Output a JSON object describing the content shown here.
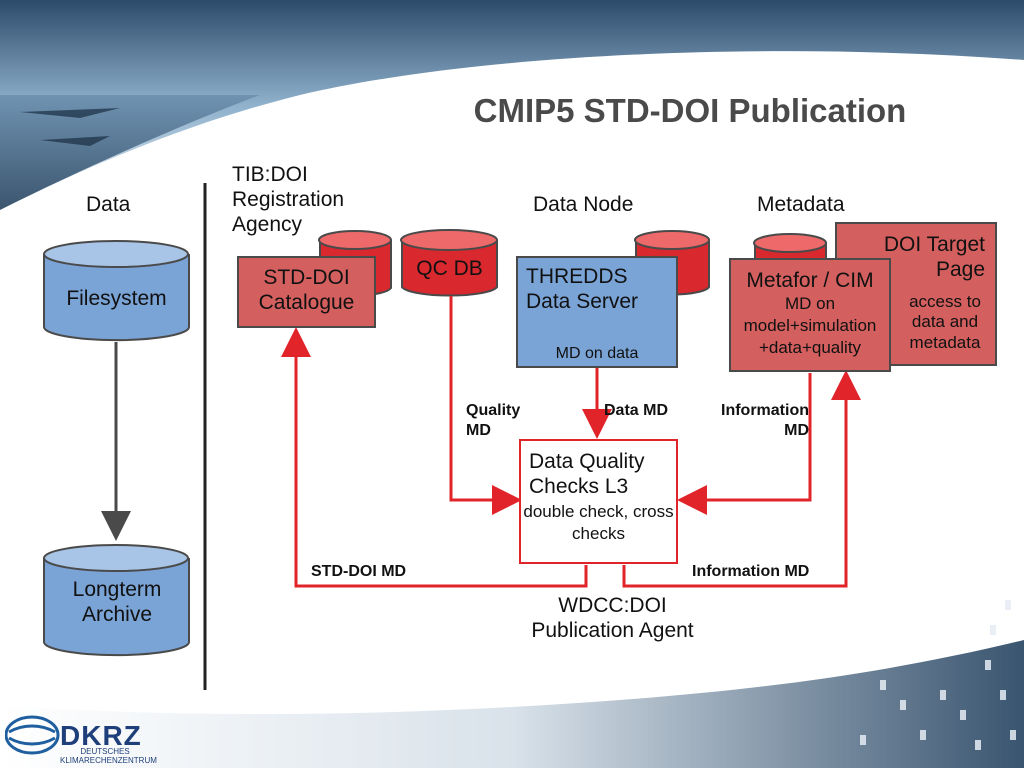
{
  "title": "CMIP5 STD-DOI Publication",
  "columns": {
    "data": "Data",
    "tib": "TIB:DOI Registration Agency",
    "data_node": "Data Node",
    "metadata": "Metadata"
  },
  "storage": {
    "filesystem": "Filesystem",
    "longterm": "Longterm Archive"
  },
  "boxes": {
    "std_doi_catalogue": "STD-DOI Catalogue",
    "qc_db": "QC DB",
    "thredds_title": "THREDDS Data Server",
    "thredds_sub": "MD on data",
    "metafor_title": "Metafor / CIM",
    "metafor_sub": "MD on model+simulation +data+quality",
    "doi_target_title": "DOI Target Page",
    "doi_target_sub": "access to data and metadata",
    "checks_title": "Data Quality Checks L3",
    "checks_sub": "double check, cross checks",
    "agent": "WDCC:DOI Publication Agent"
  },
  "flows": {
    "quality_md": "Quality MD",
    "data_md": "Data MD",
    "information_md_top": "Information MD",
    "std_doi_md": "STD-DOI MD",
    "information_md_bottom": "Information MD"
  },
  "logo": {
    "name": "DKRZ",
    "sub": "DEUTSCHES KLIMARECHENZENTRUM"
  },
  "colors": {
    "red_box": "#d45f5f",
    "blue_box": "#7aa3d6",
    "arrow_red": "#e0242a",
    "title_gray": "#4a4a4a"
  }
}
